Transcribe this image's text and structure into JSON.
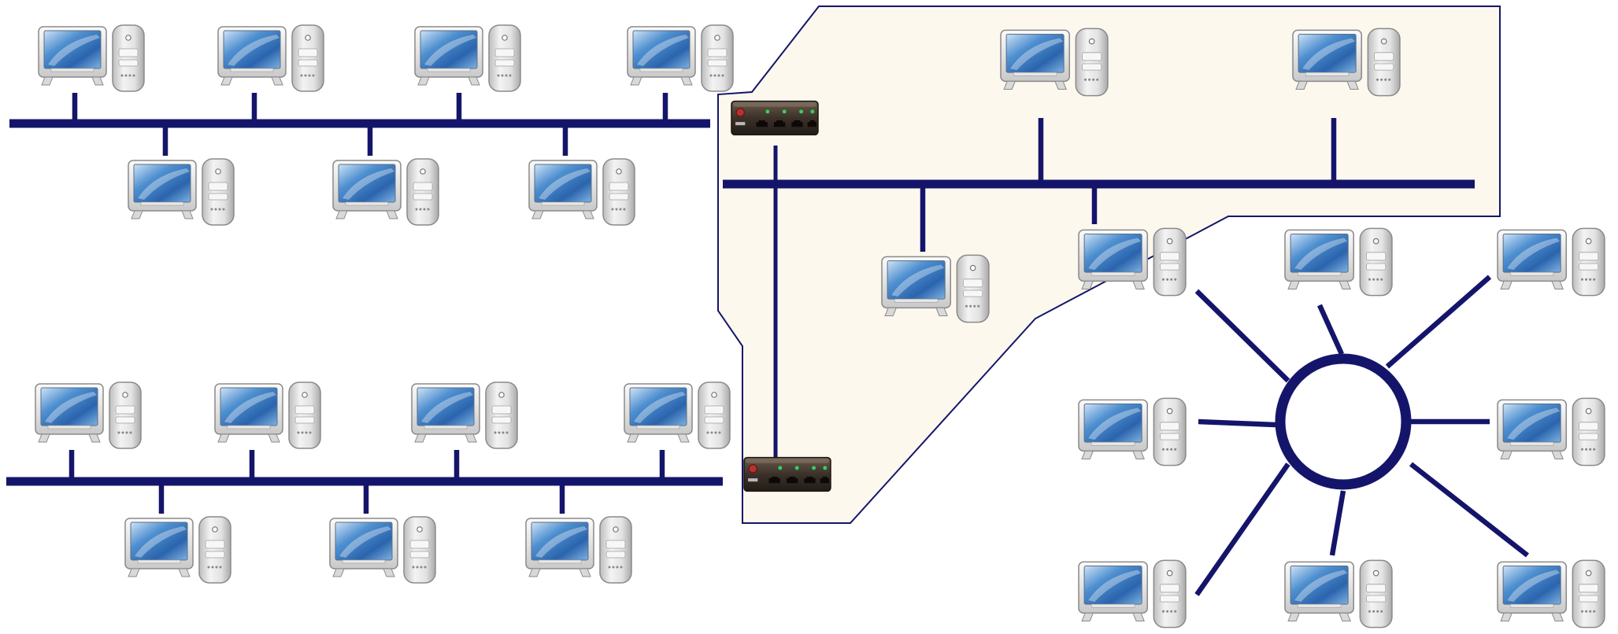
{
  "diagram": {
    "title": "",
    "colors": {
      "link": "#14156a",
      "zone_fill": "#fdf8ee",
      "zone_stroke": "#14156a",
      "background": "#ffffff"
    },
    "segments": [
      {
        "id": "bus-top-left",
        "kind": "bus",
        "workstations_above": 4,
        "workstations_below": 3
      },
      {
        "id": "bus-bottom-left",
        "kind": "bus",
        "workstations_above": 4,
        "workstations_below": 3
      },
      {
        "id": "bus-shaded",
        "kind": "bus",
        "workstations_above": 2,
        "workstations_below": 2
      },
      {
        "id": "ring-right",
        "kind": "ring",
        "workstations": 8
      }
    ],
    "devices": [
      {
        "id": "switch-upper",
        "icon": "network-switch-icon",
        "leds": 4
      },
      {
        "id": "switch-lower",
        "icon": "network-switch-icon",
        "leds": 4
      }
    ],
    "node_icon": "desktop-computer-icon",
    "zone": {
      "label": "",
      "contains": [
        "switch-upper",
        "switch-lower",
        "bus-shaded"
      ]
    }
  }
}
